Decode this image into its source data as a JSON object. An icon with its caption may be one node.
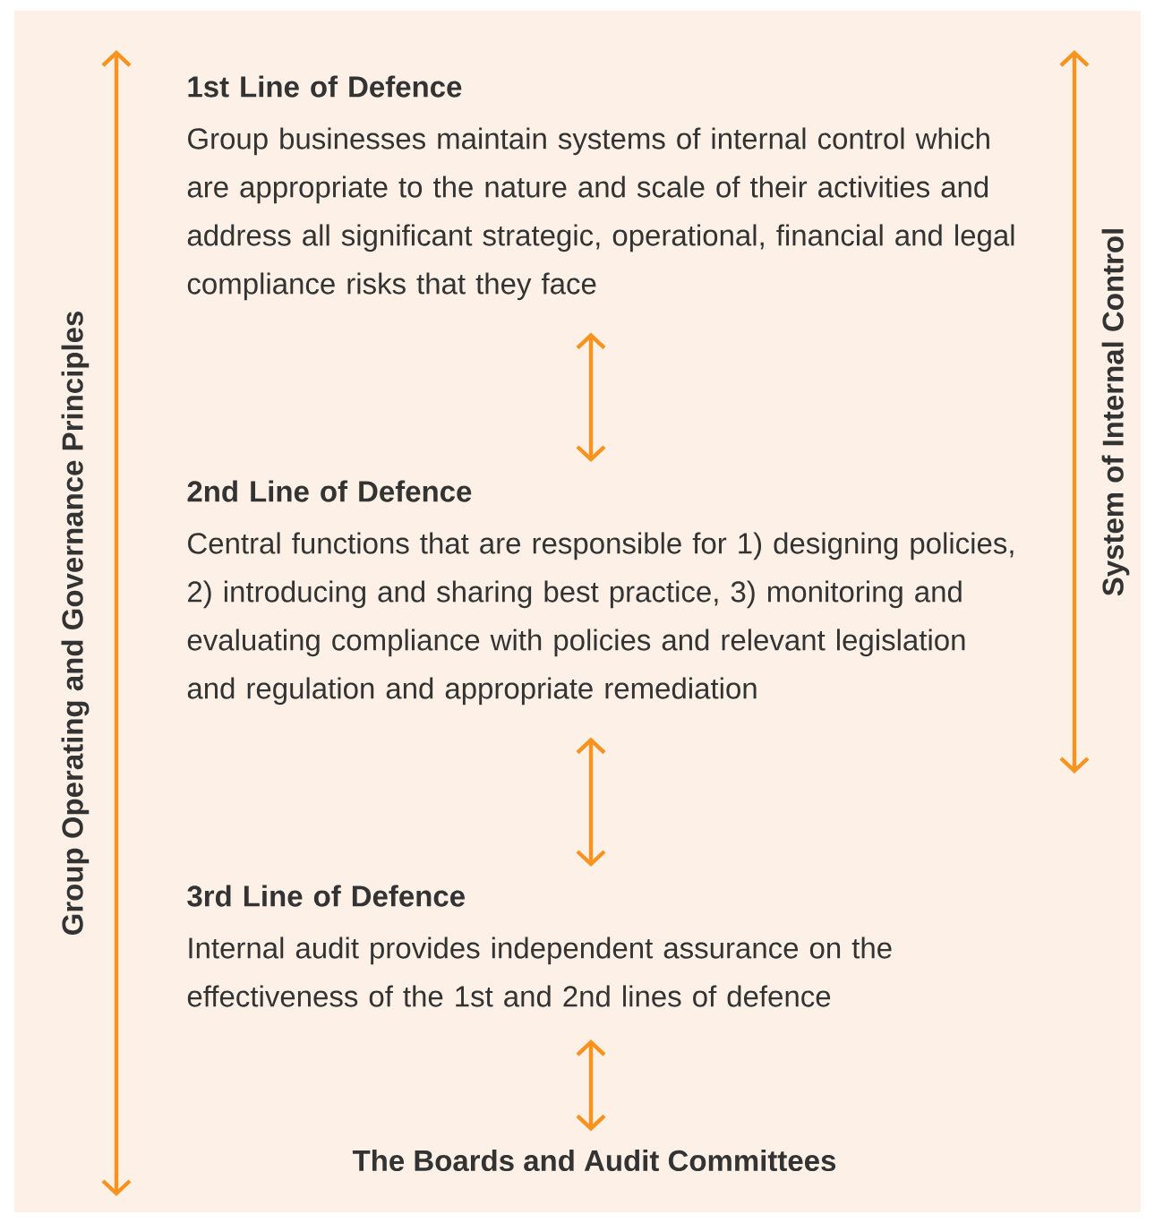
{
  "diagram": {
    "nodes": [
      {
        "text": [
          "1st Line of Defence",
          "Group businesses maintain systems of internal control which are appropriate to the nature and scale of their activities and address all significant strategic, operational, financial and legal compliance risks that they face"
        ]
      },
      {
        "text": [
          "2nd Line of Defence",
          "Central functions that are responsible for 1) designing policies, 2) introducing and sharing best practice, 3) monitoring and evaluating compliance with policies and relevant legislation and regulation and appropriate remediation"
        ]
      },
      {
        "text": [
          "3rd Line of Defence",
          "Internal audit provides independent assurance on the effectiveness of the 1st and 2nd lines of defence"
        ]
      },
      {
        "text": [
          "The Boards and Audit Committees"
        ]
      }
    ],
    "edges": [
      {
        "from": 0,
        "to": 1,
        "arrow": "both"
      },
      {
        "from": 1,
        "to": 2,
        "arrow": "both"
      },
      {
        "from": 2,
        "to": 3,
        "arrow": "both"
      }
    ],
    "labels": [
      "Group Operating and Governance Principles",
      "System of Internal Control"
    ]
  }
}
